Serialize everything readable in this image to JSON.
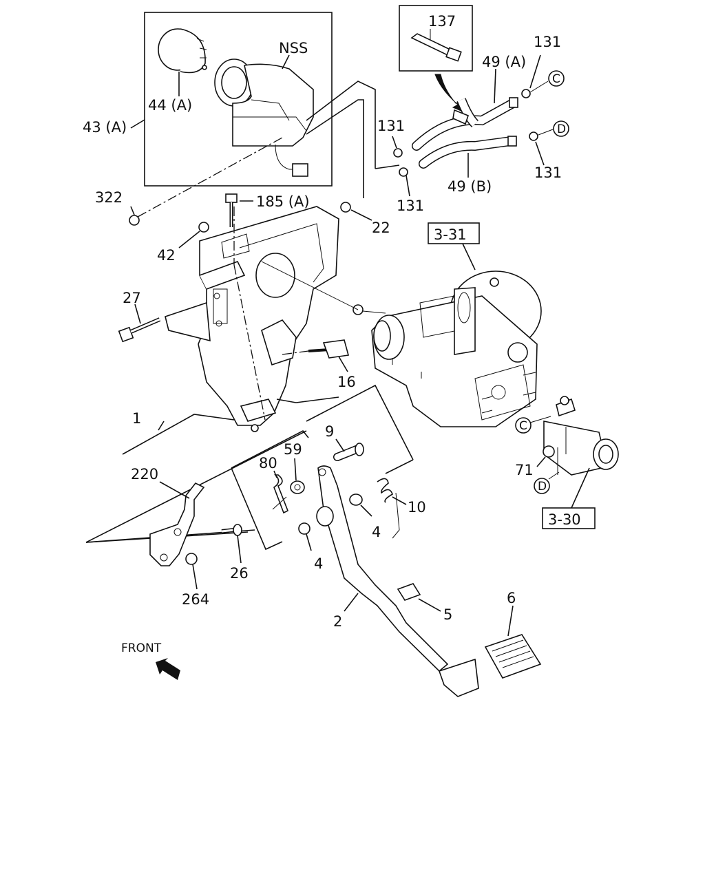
{
  "labels": {
    "nss": "NSS",
    "p44a": "44 (A)",
    "p43a": "43 (A)",
    "p137": "137",
    "p131_top": "131",
    "p49a": "49 (A)",
    "c_mark_top": "C",
    "d_mark_top": "D",
    "p131_mid": "131",
    "p131_right": "131",
    "p49b": "49 (B)",
    "p131_low": "131",
    "p322": "322",
    "p185a": "185 (A)",
    "p22": "22",
    "p42": "42",
    "ref_3_31": "3-31",
    "p27": "27",
    "p16": "16",
    "p1": "1",
    "p9": "9",
    "p80": "80",
    "p59": "59",
    "p220": "220",
    "c_mark_low": "C",
    "p71": "71",
    "d_mark_low": "D",
    "p10": "10",
    "p4a": "4",
    "p4b": "4",
    "ref_3_30": "3-30",
    "p26": "26",
    "p264": "264",
    "p5": "5",
    "p6": "6",
    "p2": "2",
    "front": "FRONT"
  }
}
